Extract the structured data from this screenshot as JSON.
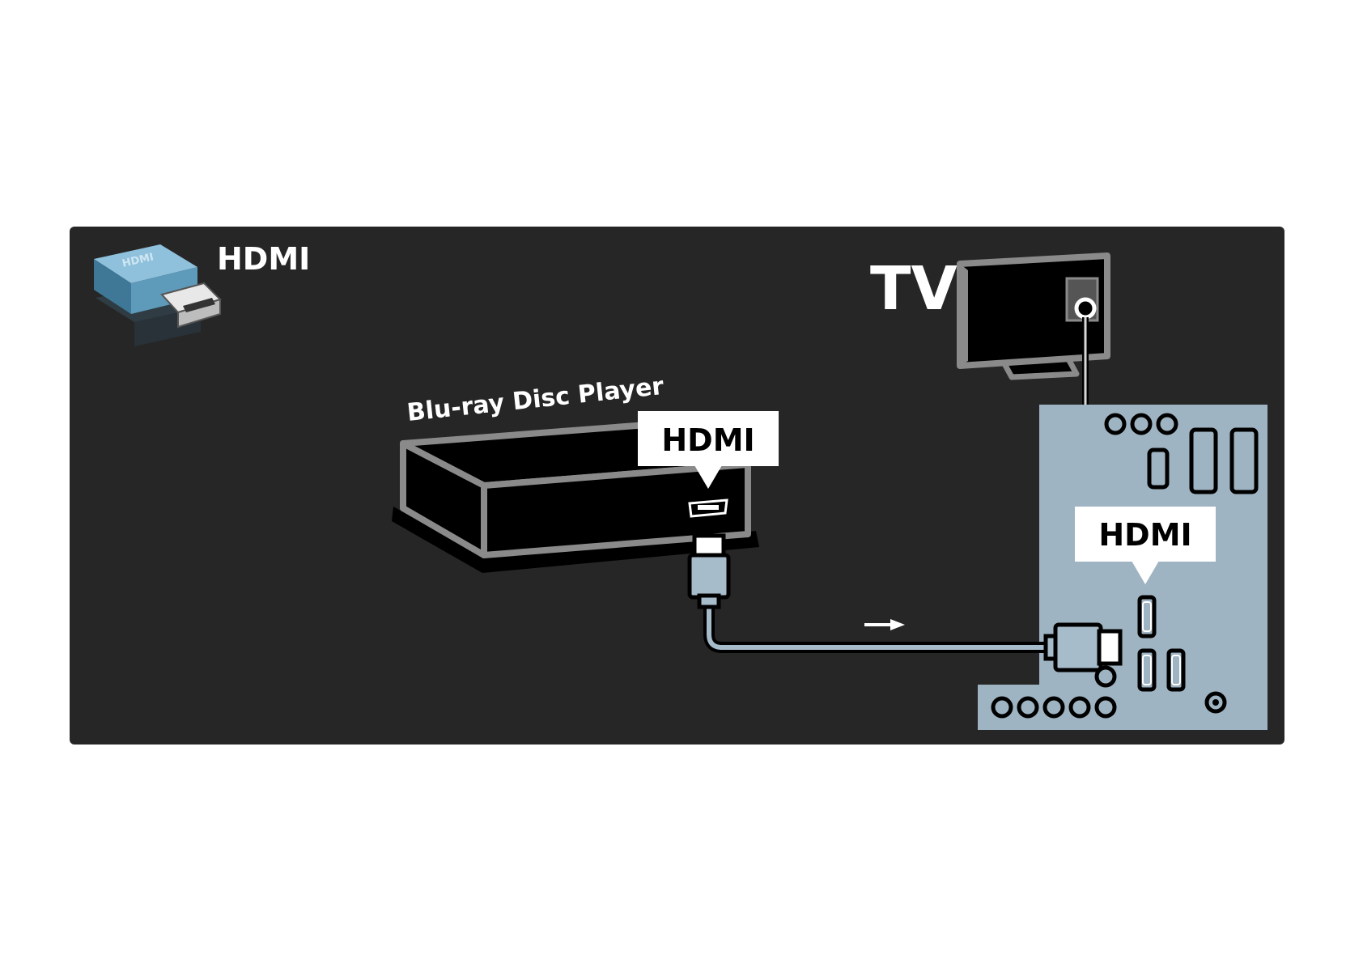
{
  "diagram": {
    "connector_legend": {
      "label": "HDMI",
      "icon": "hdmi-plug-icon"
    },
    "source_device": {
      "label": "Blu-ray Disc Player",
      "port_callout": "HDMI"
    },
    "target_device": {
      "label": "TV",
      "port_callout": "HDMI"
    },
    "signal_direction": "left-to-right",
    "colors": {
      "background": "#ffffff",
      "panel": "#262626",
      "device_outline": "#8a8a8a",
      "tv_back_panel": "#9fb4c2",
      "cable": "#a7bccb",
      "callout": "#ffffff",
      "label_text": "#ffffff"
    }
  }
}
